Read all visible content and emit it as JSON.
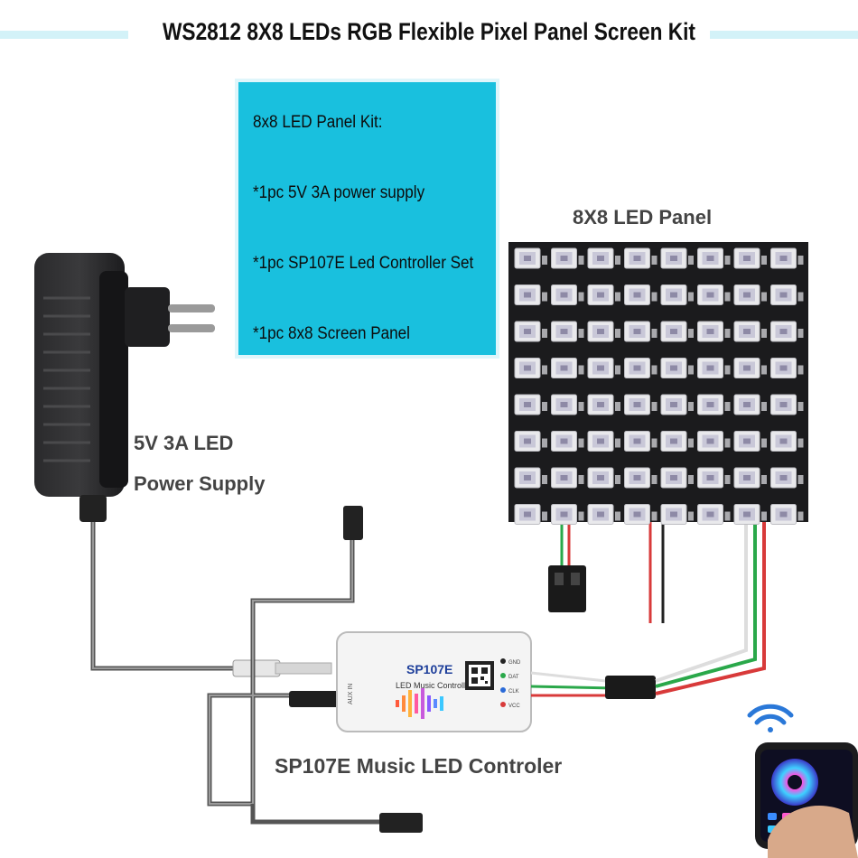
{
  "title": "WS2812 8X8 LEDs RGB Flexible Pixel Panel Screen Kit",
  "kit_box": {
    "heading": "8x8 LED Panel Kit:",
    "items": [
      "*1pc 5V 3A power supply",
      "*1pc SP107E Led Controller Set",
      "*1pc 8x8 Screen Panel"
    ]
  },
  "panel_label": "8X8 LED Panel",
  "power_label": {
    "line1": "5V 3A LED",
    "line2": "Power Supply"
  },
  "controller_label": "SP107E Music LED Controler",
  "controller_device": {
    "brand": "SP107E",
    "subtitle": "LED Music Controller",
    "pins": [
      "GND",
      "DAT",
      "CLK",
      "VCC"
    ],
    "side_text": "AUX IN"
  },
  "colors": {
    "kit_box_bg": "#19c0de",
    "title_accent": "#d3f2f8",
    "panel_bg": "#1b1b1d",
    "caption": "#444444"
  }
}
